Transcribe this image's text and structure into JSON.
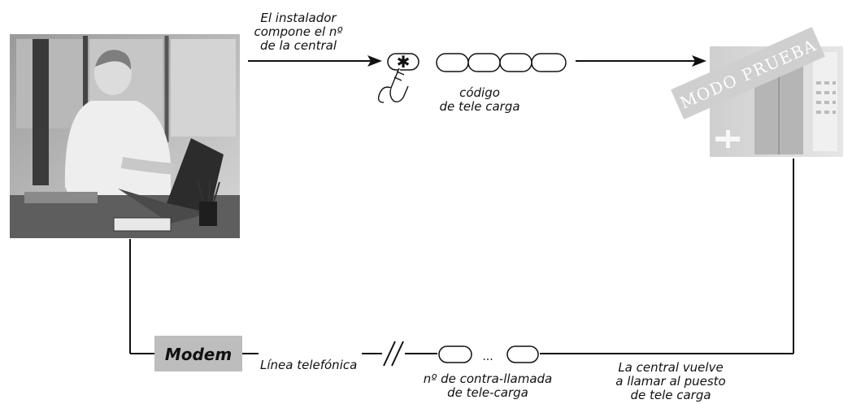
{
  "labels": {
    "installer_dials": [
      "El instalador",
      "compone el nº",
      "de la central"
    ],
    "download_code": [
      "código",
      "de tele carga"
    ],
    "test_mode": "MODO PRUEBA",
    "modem": "Modem",
    "phone_line": "Línea telefónica",
    "ellipsis": "...",
    "callback_number": [
      "nº de contra-llamada",
      "de tele-carga"
    ],
    "central_calls_back": [
      "La central vuelve",
      "a llamar al puesto",
      "de tele carga"
    ]
  },
  "colors": {
    "line": "#111111",
    "modem_fill": "#bdbdbd",
    "badge_fill": "#cfcfcf",
    "badge_text": "#ffffff"
  },
  "icons": [
    "installer-photo",
    "finger-press-icon",
    "star-key-icon",
    "alarm-panel-image"
  ]
}
